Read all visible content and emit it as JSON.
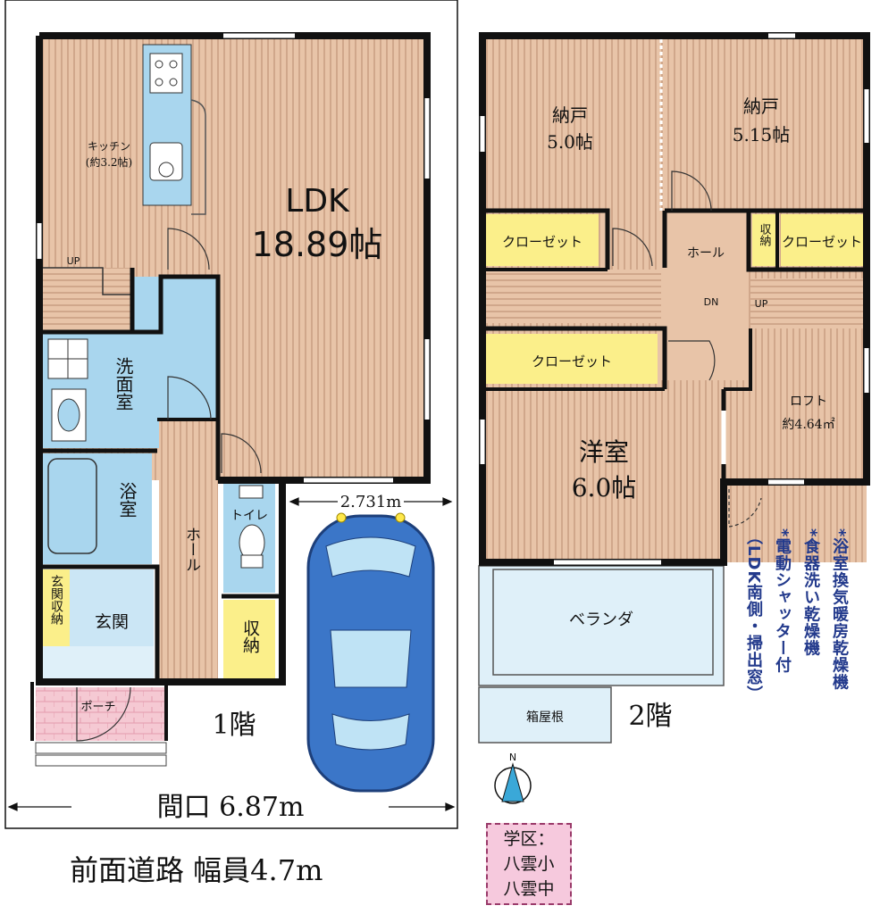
{
  "rooms_1f": {
    "ldk_name": "LDK",
    "ldk_size": "18.89帖",
    "kitchen_name": "キッチン",
    "kitchen_size": "(約3.2帖)",
    "up": "UP",
    "washroom": "洗面室",
    "bath": "浴室",
    "hall": "ホール",
    "toilet": "トイレ",
    "entrance_storage": "玄関収納",
    "entrance": "玄関",
    "storage": "収納",
    "porch": "ポーチ",
    "floor_label": "1階"
  },
  "rooms_2f": {
    "closet_room_1_name": "納戸",
    "closet_room_1_size": "5.0帖",
    "closet_room_2_name": "納戸",
    "closet_room_2_size": "5.15帖",
    "closet": "クローゼット",
    "hall": "ホール",
    "storage": "収納",
    "dn": "DN",
    "up": "UP",
    "western_name": "洋室",
    "western_size": "6.0帖",
    "loft_name": "ロフト",
    "loft_size": "約4.64㎡",
    "veranda": "ベランダ",
    "box_roof": "箱屋根",
    "floor_label": "2階"
  },
  "dimensions": {
    "parking_width": "2.731m",
    "frontage": "間口 6.87m"
  },
  "road": "前面道路 幅員4.7m",
  "school": [
    "学区：",
    "八雲小",
    "八雲中"
  ],
  "features": [
    "*浴室換気暖房乾燥機",
    "*食器洗い乾燥機",
    "*電動シャッター付",
    "（LDK南側・掃出窓）"
  ],
  "compass": "N",
  "colors": {
    "floor": "#e8c4a8",
    "wet_area": "#a9d6ee",
    "closet": "#fbef8a",
    "porch": "#f5c9d3",
    "car": "#3b76c8",
    "wall": "#111111"
  }
}
